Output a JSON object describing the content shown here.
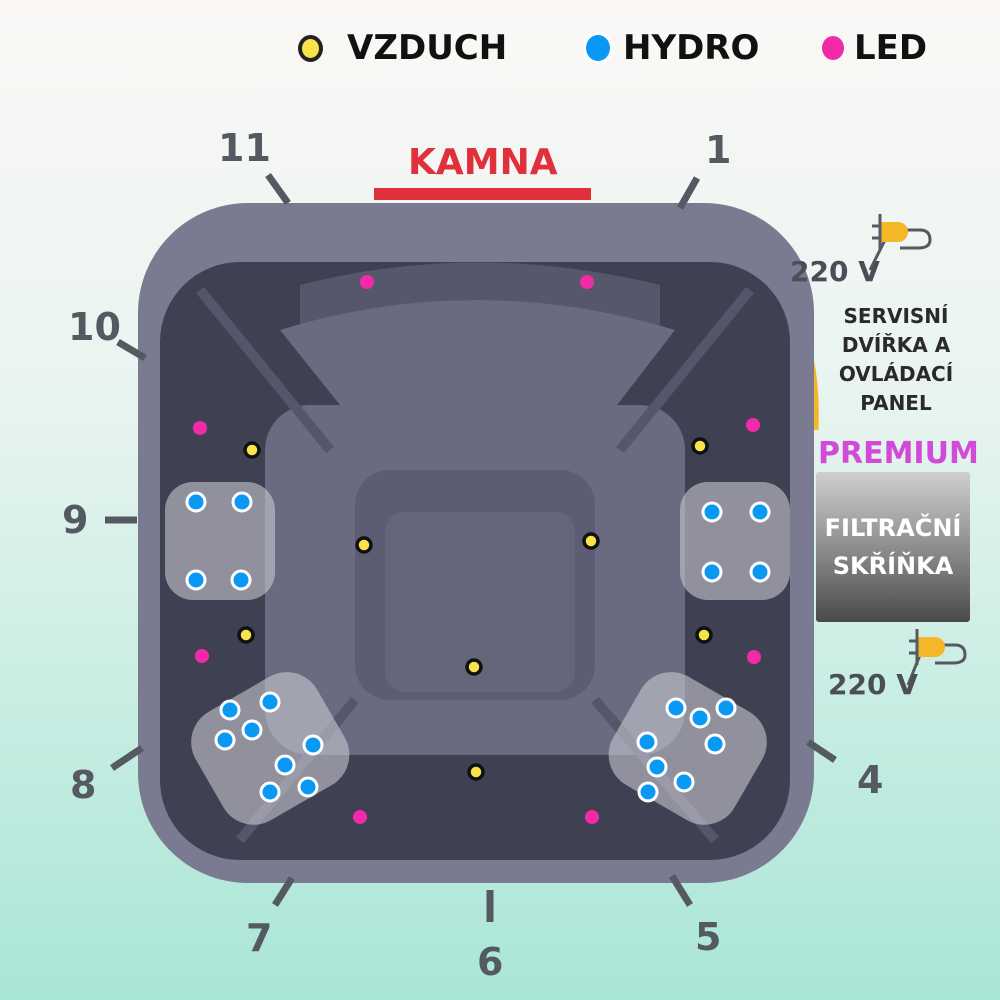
{
  "legend": [
    {
      "label": "VZDUCH",
      "color": "#f8e34a"
    },
    {
      "label": "HYDRO",
      "color": "#0a98f5"
    },
    {
      "label": "LED",
      "color": "#f22aa8"
    }
  ],
  "kamna": "KAMNA",
  "positions": [
    "1",
    "4",
    "5",
    "6",
    "7",
    "8",
    "9",
    "10",
    "11"
  ],
  "service": {
    "line1": "SERVISNÍ",
    "line2": "DVÍŘKA A",
    "line3": "OVLÁDACÍ",
    "line4": "PANEL"
  },
  "premium": "PREMIUM",
  "filter": {
    "line1": "FILTRAČNÍ",
    "line2": "SKŘÍŇKA"
  },
  "power": [
    "220 V",
    "220 V"
  ],
  "colors": {
    "accent_red": "#e0303c",
    "tub": "#6e6e82",
    "panel": "#f4b728"
  }
}
